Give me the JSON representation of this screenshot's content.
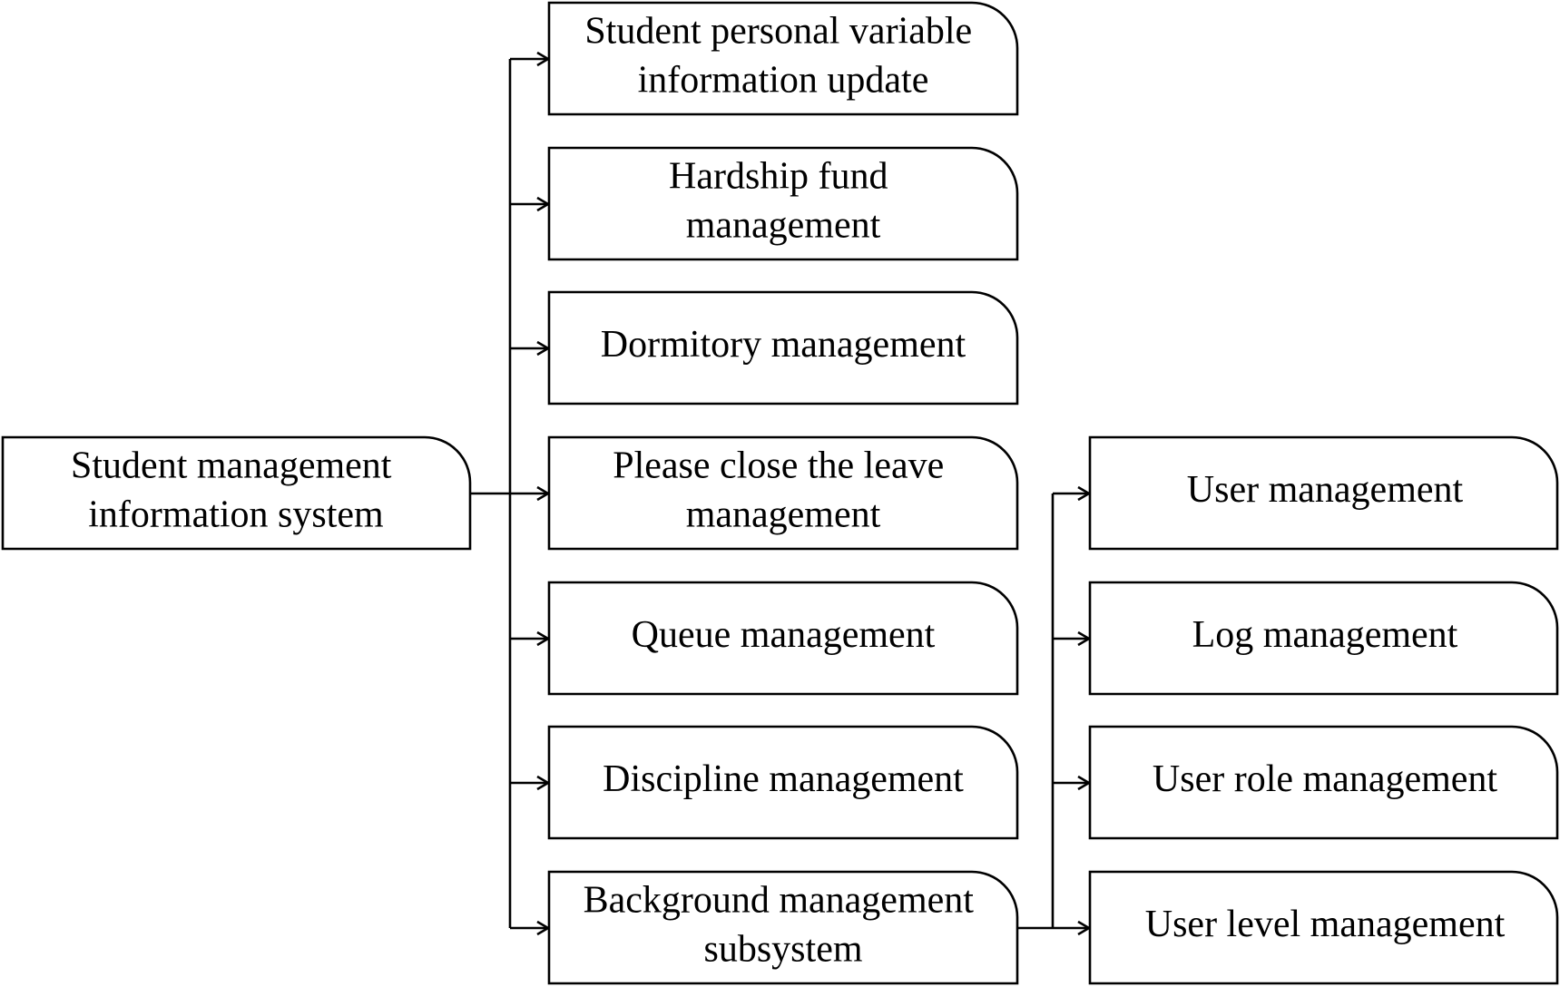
{
  "diagram": {
    "root": {
      "lines": [
        "Student management",
        "information system"
      ]
    },
    "modules": [
      {
        "lines": [
          "Student personal variable",
          "information update"
        ]
      },
      {
        "lines": [
          "Hardship fund",
          "management"
        ]
      },
      {
        "lines": [
          "Dormitory management"
        ]
      },
      {
        "lines": [
          "Please close the leave",
          "management"
        ]
      },
      {
        "lines": [
          "Queue management"
        ]
      },
      {
        "lines": [
          "Discipline management"
        ]
      },
      {
        "lines": [
          "Background management",
          "subsystem"
        ]
      }
    ],
    "submodules": [
      {
        "lines": [
          "User management"
        ]
      },
      {
        "lines": [
          "Log management"
        ]
      },
      {
        "lines": [
          "User role management"
        ]
      },
      {
        "lines": [
          "User level management"
        ]
      }
    ]
  }
}
